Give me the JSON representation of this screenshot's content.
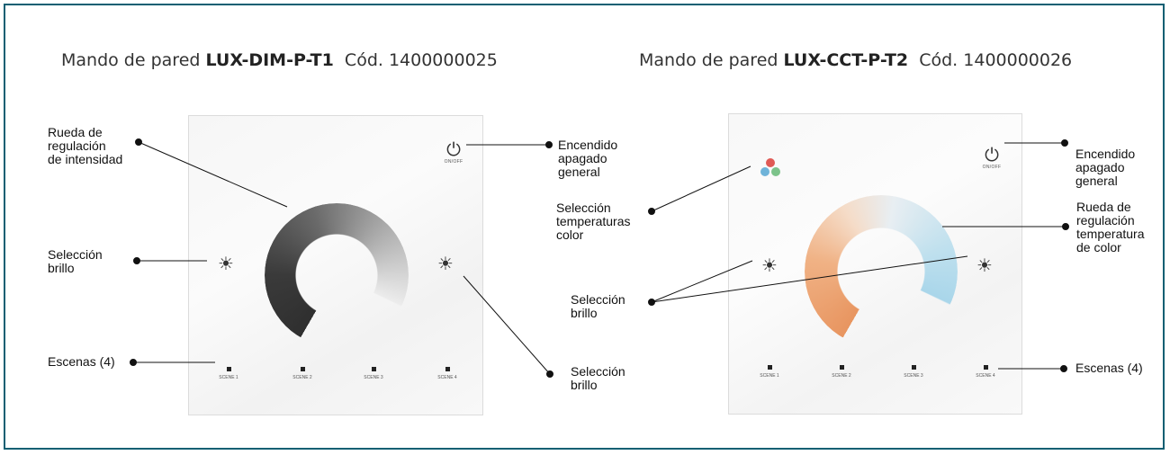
{
  "titles": {
    "left": {
      "prefix": "Mando de pared ",
      "model": "LUX-DIM-P-T1",
      "code": "Cód. 1400000025"
    },
    "right": {
      "prefix": "Mando de pared ",
      "model": "LUX-CCT-P-T2",
      "code": "Cód. 1400000026"
    }
  },
  "panel_left": {
    "power_label": "ON/OFF",
    "scenes": [
      "SCENE 1",
      "SCENE 2",
      "SCENE 3",
      "SCENE 4"
    ]
  },
  "panel_right": {
    "power_label": "ON/OFF",
    "scenes": [
      "SCENE 1",
      "SCENE 2",
      "SCENE 3",
      "SCENE 4"
    ]
  },
  "labels_left": {
    "wheel": "Rueda de\nregulación\nde intensidad",
    "power": "Encendido\napagado\ngeneral",
    "brightness_left": "Selección\nbrillo",
    "brightness_right": "Selección\nbrillo",
    "scenes": "Escenas (4)"
  },
  "labels_right": {
    "power": "Encendido\napagado\ngeneral",
    "color_temp": "Selección\ntemperaturas\ncolor",
    "wheel": "Rueda de\nregulación\ntemperatura\nde color",
    "brightness": "Selección\nbrillo",
    "scenes": "Escenas (4)"
  },
  "colors": {
    "frame": "#0f5f73",
    "dim_dark": "#2f2f2f",
    "cct_warm": "#e89560",
    "cct_cool": "#a9d6ea",
    "tri_red": "#e05a55",
    "tri_blue": "#6fb3d9",
    "tri_green": "#7cc38a"
  },
  "icons": {
    "power": "power-icon",
    "brightness": "sun-icon",
    "color_temp": "tricolor-dots-icon"
  }
}
